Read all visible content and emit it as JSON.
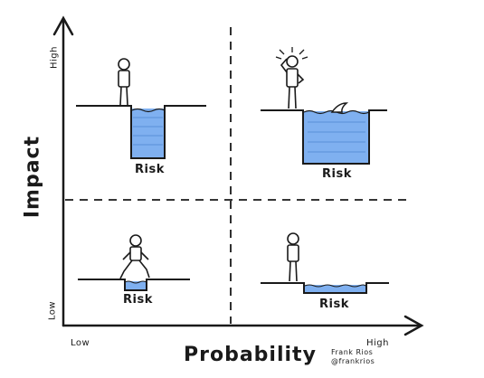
{
  "axes": {
    "x_title": "Probability",
    "y_title": "Impact",
    "x_low": "Low",
    "x_high": "High",
    "y_low": "Low",
    "y_high": "High"
  },
  "quadrants": {
    "top_left": {
      "label": "Risk"
    },
    "top_right": {
      "label": "Risk"
    },
    "bottom_left": {
      "label": "Risk"
    },
    "bottom_right": {
      "label": "Risk"
    }
  },
  "credit": {
    "name": "Frank Rios",
    "handle": "@frankrios"
  },
  "colors": {
    "ink": "#1a1a1a",
    "water": "#7fb0f0",
    "water_dark": "#5a8fd8"
  }
}
